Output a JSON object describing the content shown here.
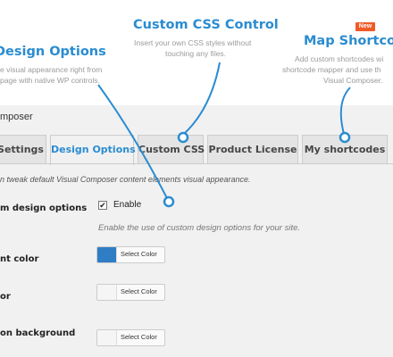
{
  "promo": {
    "design_options": {
      "title": "Design Options",
      "description_lines": [
        "e visual appearance right from",
        "page with native WP controls."
      ]
    },
    "custom_css": {
      "title": "Custom CSS Control",
      "description_lines": [
        "Insert your own CSS styles without",
        "touching any files."
      ]
    },
    "map_shortcodes": {
      "badge": "New",
      "title": "Map Shortcod",
      "description_lines": [
        "Add custom shortcodes wi",
        "shortcode mapper and use th",
        "Visual Composer."
      ]
    }
  },
  "app": {
    "title": "mposer"
  },
  "tabs": [
    {
      "label": "Settings",
      "active": false
    },
    {
      "label": "Design Options",
      "active": true
    },
    {
      "label": "Custom CSS",
      "active": false
    },
    {
      "label": "Product License",
      "active": false
    },
    {
      "label": "My shortcodes",
      "active": false
    }
  ],
  "intro": "n tweak default Visual Composer content elements visual appearance.",
  "fields": {
    "custom_design": {
      "label": "m design options",
      "checkbox_label": "Enable",
      "checked_mark": "✔",
      "hint": "Enable the use of custom design options for your site."
    },
    "rows": [
      {
        "label": "nt color",
        "button": "Select Color",
        "swatch": "#2f7dc5"
      },
      {
        "label": "or",
        "button": "Select Color",
        "swatch": "#f5f5f5"
      },
      {
        "label": "on background",
        "button": "Select Color",
        "swatch": "#f5f5f5"
      }
    ]
  },
  "colors": {
    "accent": "#2a8cd1",
    "badge": "#f05a28"
  }
}
